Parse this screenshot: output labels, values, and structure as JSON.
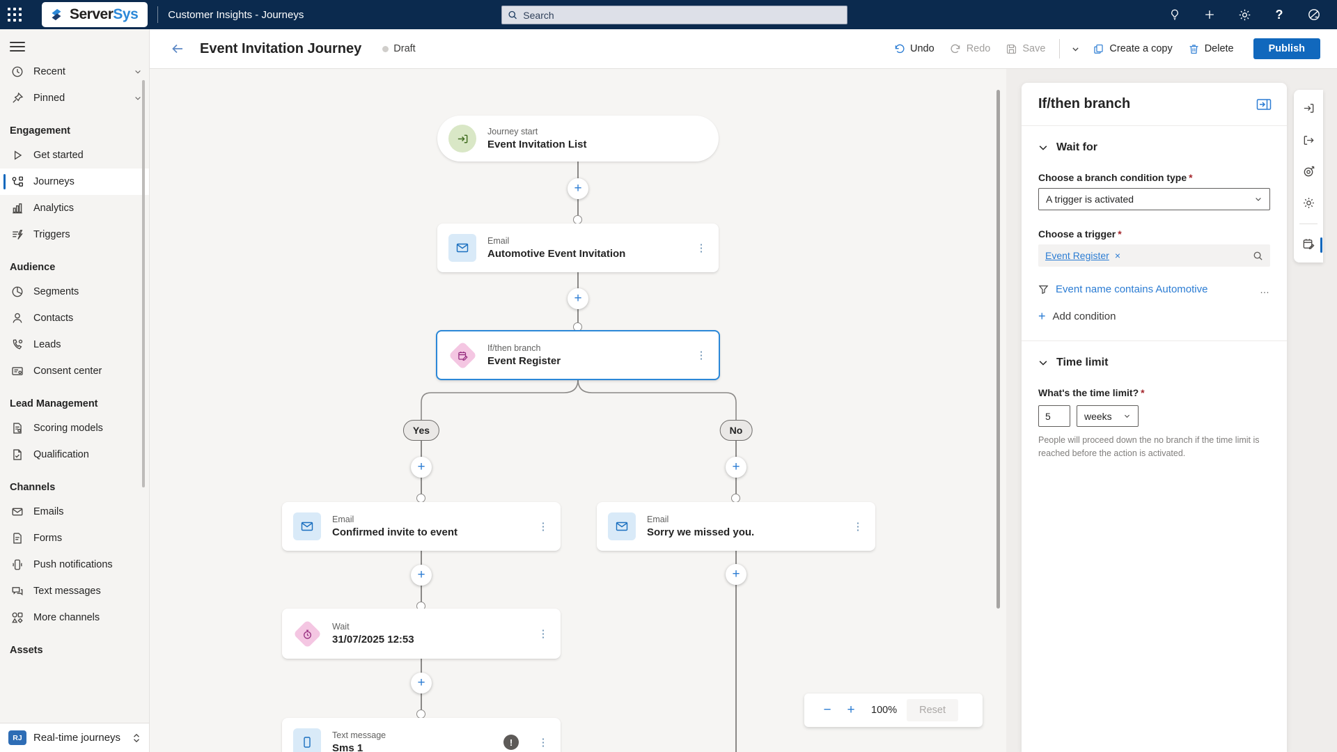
{
  "topbar": {
    "brand_part1": "Server",
    "brand_part2": "Sys",
    "app_title": "Customer Insights - Journeys",
    "search_placeholder": "Search"
  },
  "command_bar": {
    "title": "Event Invitation Journey",
    "status": "Draft",
    "undo": "Undo",
    "redo": "Redo",
    "save": "Save",
    "create_copy": "Create a copy",
    "delete": "Delete",
    "publish": "Publish"
  },
  "sidebar": {
    "recent": "Recent",
    "pinned": "Pinned",
    "engagement_header": "Engagement",
    "get_started": "Get started",
    "journeys": "Journeys",
    "analytics": "Analytics",
    "triggers": "Triggers",
    "audience_header": "Audience",
    "segments": "Segments",
    "contacts": "Contacts",
    "leads": "Leads",
    "consent_center": "Consent center",
    "lead_mgmt_header": "Lead Management",
    "scoring_models": "Scoring models",
    "qualification": "Qualification",
    "channels_header": "Channels",
    "emails": "Emails",
    "forms": "Forms",
    "push_notifications": "Push notifications",
    "text_messages": "Text messages",
    "more_channels": "More channels",
    "assets_header": "Assets",
    "switcher_badge": "RJ",
    "switcher_label": "Real-time journeys"
  },
  "canvas": {
    "nodes": {
      "start": {
        "type": "Journey start",
        "title": "Event Invitation List"
      },
      "email1": {
        "type": "Email",
        "title": "Automotive Event Invitation"
      },
      "branch": {
        "type": "If/then branch",
        "title": "Event Register"
      },
      "email_yes": {
        "type": "Email",
        "title": "Confirmed invite to event"
      },
      "email_no": {
        "type": "Email",
        "title": "Sorry we missed you."
      },
      "wait": {
        "type": "Wait",
        "title": "31/07/2025 12:53"
      },
      "sms": {
        "type": "Text message",
        "title": "Sms 1"
      }
    },
    "yes_label": "Yes",
    "no_label": "No",
    "zoom_level": "100%",
    "reset_label": "Reset"
  },
  "panel": {
    "title": "If/then branch",
    "wait_for_header": "Wait for",
    "condition_type_label": "Choose a branch condition type",
    "required_mark": "*",
    "condition_type_value": "A trigger is activated",
    "trigger_label": "Choose a trigger",
    "trigger_chip": "Event Register",
    "condition_summary": "Event name contains Automotive",
    "add_condition": "Add condition",
    "time_limit_header": "Time limit",
    "time_limit_label": "What's the time limit?",
    "time_limit_value": "5",
    "time_limit_unit": "weeks",
    "time_limit_help": "People will proceed down the no branch if the time limit is reached before the action is activated."
  },
  "icons": {
    "kebab": "⋮",
    "plus": "+",
    "minus": "−",
    "close": "×",
    "ellipsis": "…",
    "warning": "!",
    "help": "?"
  },
  "colors": {
    "topbar_navy": "#0b2a4e",
    "accent_blue": "#2b7cd3",
    "publish_blue": "#1168bd",
    "selected_border": "#2b88d8",
    "diamond_pink": "#f4c6e2",
    "diamond_glyph": "#962d7f",
    "email_icon_bg": "#d9eaf8",
    "start_icon_bg": "#d9e7c6",
    "canvas_bg": "#f6f5f3",
    "sidebar_bg": "#f5f4f2"
  }
}
